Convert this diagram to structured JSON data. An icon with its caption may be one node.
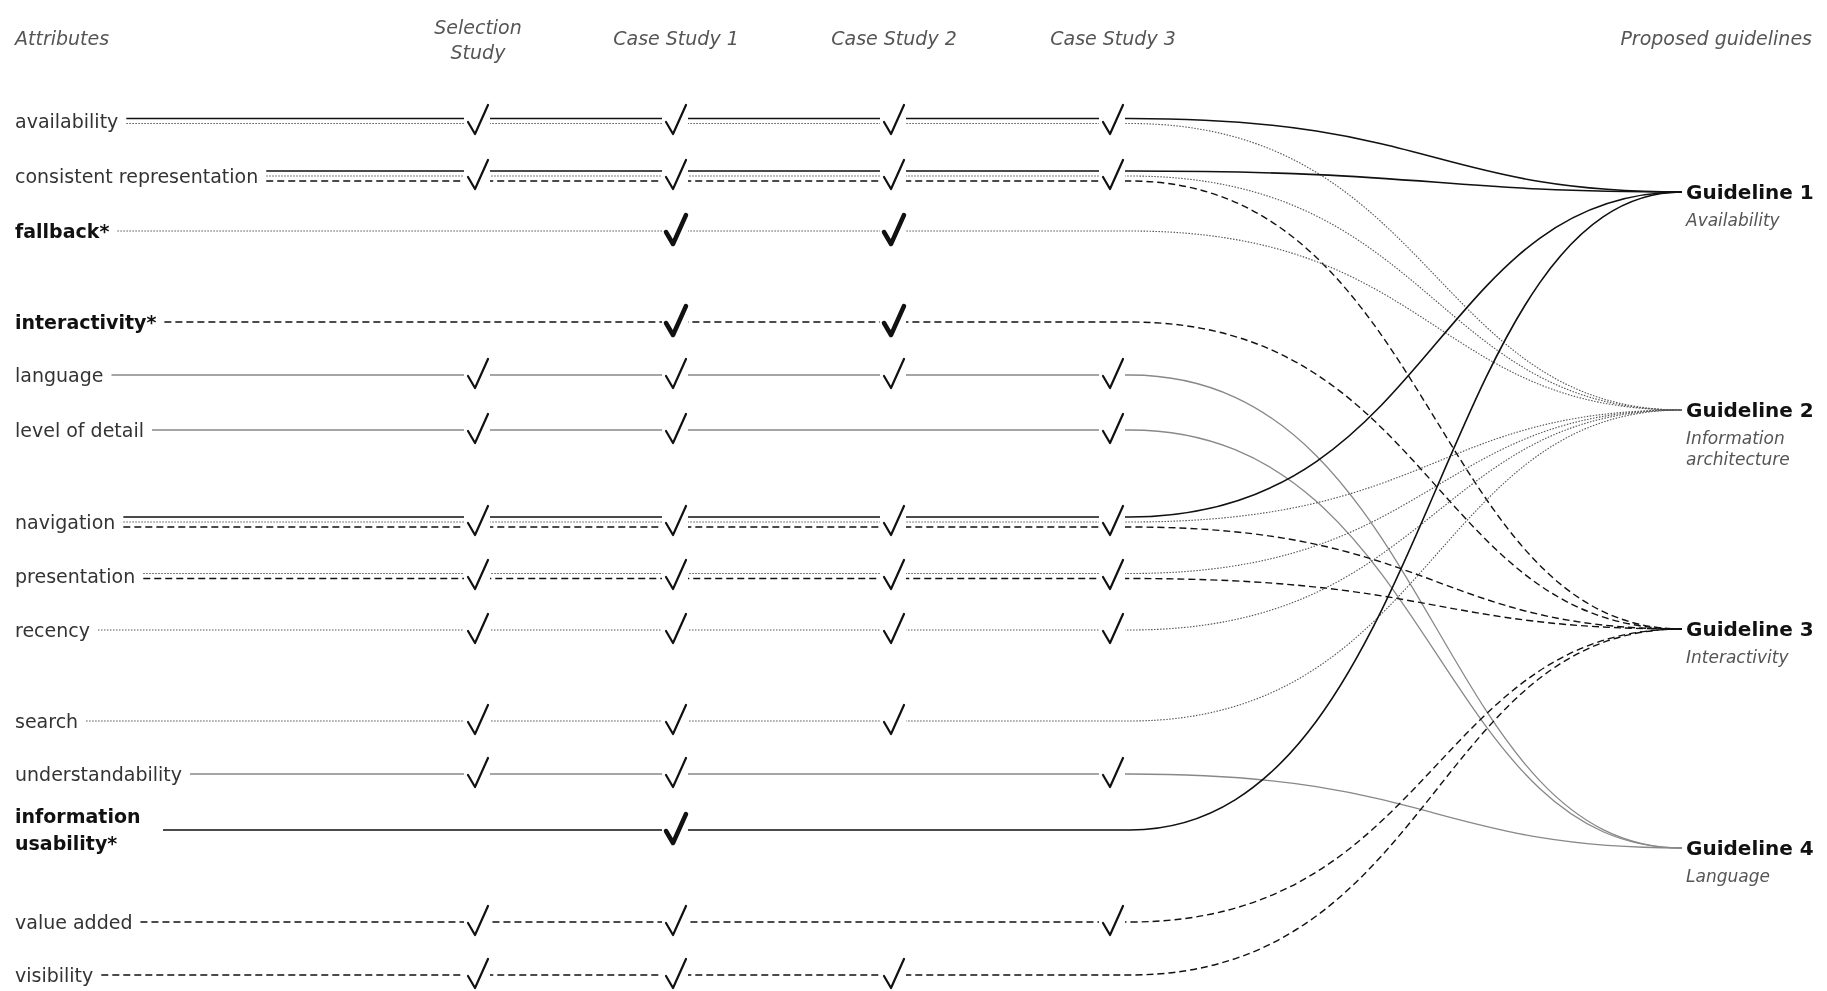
{
  "diagram": {
    "nodes": [
      {
        "text": [
          "availability"
        ]
      },
      {
        "text": [
          "consistent representation"
        ]
      },
      {
        "text": [
          "fallback*"
        ]
      },
      {
        "text": [
          "interactivity*"
        ]
      },
      {
        "text": [
          "language"
        ]
      },
      {
        "text": [
          "level of detail"
        ]
      },
      {
        "text": [
          "navigation"
        ]
      },
      {
        "text": [
          "presentation"
        ]
      },
      {
        "text": [
          "recency"
        ]
      },
      {
        "text": [
          "search"
        ]
      },
      {
        "text": [
          "understandability"
        ]
      },
      {
        "text": [
          "information usability*"
        ]
      },
      {
        "text": [
          "value added"
        ]
      },
      {
        "text": [
          "visibility"
        ]
      },
      {
        "text": [
          "Guideline 1",
          "Availability"
        ]
      },
      {
        "text": [
          "Guideline 2",
          "Information architecture"
        ]
      },
      {
        "text": [
          "Guideline 3",
          "Interactivity"
        ]
      },
      {
        "text": [
          "Guideline 4",
          "Language"
        ]
      }
    ],
    "edges": [
      {
        "from": 0,
        "to": 14,
        "arrow": "none"
      },
      {
        "from": 0,
        "to": 15,
        "arrow": "none",
        "style": "dashed",
        "color": "#555555"
      },
      {
        "from": 1,
        "to": 14,
        "arrow": "none"
      },
      {
        "from": 1,
        "to": 15,
        "arrow": "none",
        "style": "dashed",
        "color": "#555555"
      },
      {
        "from": 1,
        "to": 16,
        "arrow": "none",
        "style": "dashed"
      },
      {
        "from": 2,
        "to": 15,
        "arrow": "none",
        "style": "dashed",
        "color": "#555555"
      },
      {
        "from": 3,
        "to": 16,
        "arrow": "none",
        "style": "dashed"
      },
      {
        "from": 4,
        "to": 17,
        "arrow": "none",
        "color": "#888888"
      },
      {
        "from": 5,
        "to": 17,
        "arrow": "none",
        "color": "#888888"
      },
      {
        "from": 6,
        "to": 14,
        "arrow": "none"
      },
      {
        "from": 6,
        "to": 15,
        "arrow": "none",
        "style": "dashed",
        "color": "#555555"
      },
      {
        "from": 6,
        "to": 16,
        "arrow": "none",
        "style": "dashed"
      },
      {
        "from": 7,
        "to": 15,
        "arrow": "none",
        "style": "dashed",
        "color": "#555555"
      },
      {
        "from": 7,
        "to": 16,
        "arrow": "none",
        "style": "dashed"
      },
      {
        "from": 8,
        "to": 15,
        "arrow": "none",
        "style": "dashed",
        "color": "#555555"
      },
      {
        "from": 9,
        "to": 15,
        "arrow": "none",
        "style": "dashed",
        "color": "#555555"
      },
      {
        "from": 10,
        "to": 17,
        "arrow": "none",
        "color": "#888888"
      },
      {
        "from": 11,
        "to": 14,
        "arrow": "none"
      },
      {
        "from": 12,
        "to": 16,
        "arrow": "none",
        "style": "dashed"
      },
      {
        "from": 13,
        "to": 16,
        "arrow": "none",
        "style": "dashed"
      }
    ],
    "labels": [
      "Attributes",
      "Selection Study",
      "Case Study 1",
      "Case Study 2",
      "Case Study 3",
      "Proposed guidelines"
    ]
  }
}
